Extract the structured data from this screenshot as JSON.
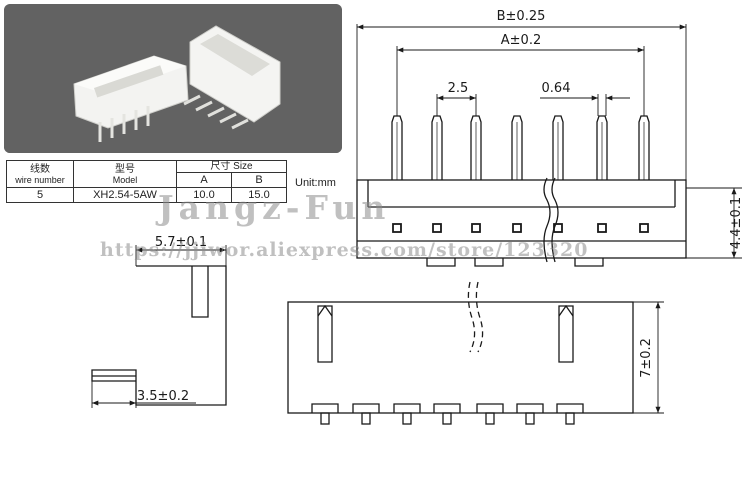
{
  "table": {
    "col1_cn": "线数",
    "col1_en": "wire number",
    "col2_cn": "型号",
    "col2_en": "Model",
    "size_cn": "尺寸",
    "size_en": "Size",
    "sub_a": "A",
    "sub_b": "B",
    "row": {
      "wires": "5",
      "model": "XH2.54-5AW",
      "a": "10.0",
      "b": "15.0"
    }
  },
  "unit_label": "Unit:mm",
  "dimensions": {
    "b": "B±0.25",
    "a": "A±0.2",
    "pitch": "2.5",
    "pin": "0.64",
    "height_top": "4.4±0.1",
    "side_width": "5.7±0.1",
    "side_pin": "3.5±0.2",
    "height_bottom": "7±0.2"
  },
  "watermark": {
    "brand": "Jangz-Fun",
    "url": "https://jjiwor.aliexpress.com/store/123320"
  },
  "colors": {
    "line": "#1a1a1a",
    "hidden": "#3a3a3a"
  }
}
